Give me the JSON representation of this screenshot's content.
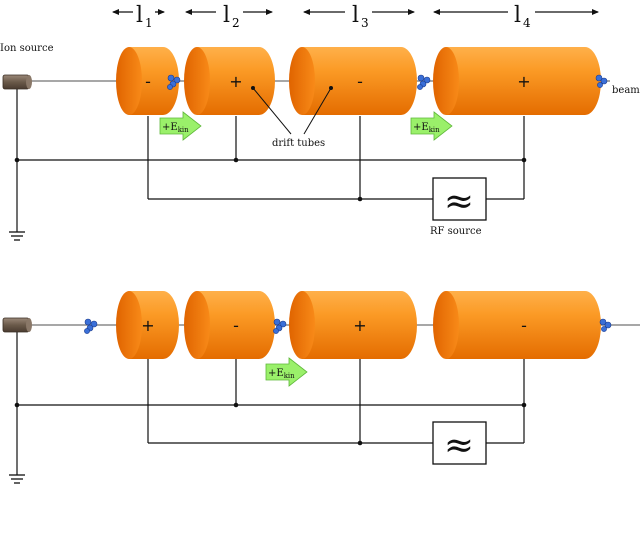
{
  "labels": {
    "ion_source": "Ion source",
    "beam": "beam",
    "drift_tubes": "drift tubes",
    "rf_source": "RF source",
    "rf_symbol": "≈"
  },
  "lengths": {
    "l1": {
      "letter": "l",
      "sub": "1"
    },
    "l2": {
      "letter": "l",
      "sub": "2"
    },
    "l3": {
      "letter": "l",
      "sub": "3"
    },
    "l4": {
      "letter": "l",
      "sub": "4"
    }
  },
  "energy_gain": {
    "prefix": "+E",
    "sub": "kin"
  },
  "top_panel": {
    "tube_signs": [
      "-",
      "+",
      "-",
      "+"
    ]
  },
  "bottom_panel": {
    "tube_signs": [
      "+",
      "-",
      "+",
      "-"
    ]
  },
  "colors": {
    "tube_body": "#f98a12",
    "tube_light": "#ffb04a",
    "tube_face": "#e56f00",
    "ion": "#3a6fd8",
    "arrow_fill": "#9af06a",
    "source": "#6b5a4a",
    "beamline": "#8a8a8a"
  }
}
